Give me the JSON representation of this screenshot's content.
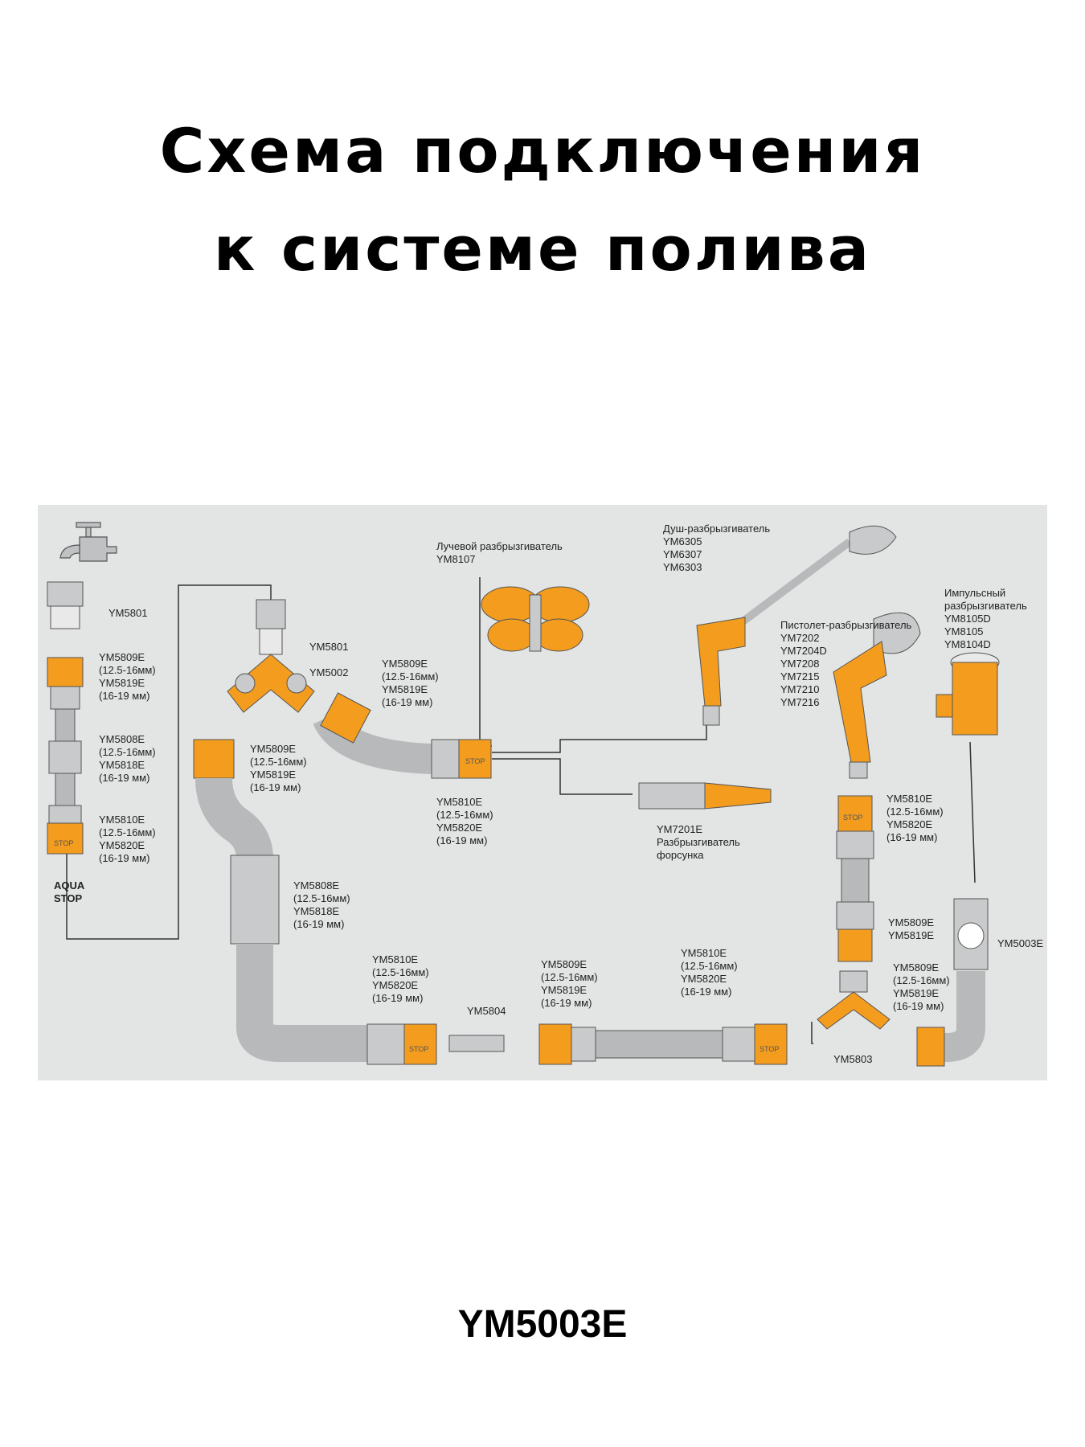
{
  "title": {
    "line1": "Схема подключения",
    "line2": "к системе полива"
  },
  "footer": "YM5003E",
  "diagram": {
    "background": "#e3e4e4",
    "colors": {
      "orange": "#f39c1e",
      "pipe": "#b7b9bb",
      "connector": "#c9cacb",
      "line": "#333333"
    },
    "labels": {
      "l1": "YM5801",
      "l2": [
        "YM5809E",
        "(12.5-16мм)",
        "YM5819E",
        "(16-19 мм)"
      ],
      "l3": [
        "YM5808E",
        "(12.5-16мм)",
        "YM5818E",
        "(16-19 мм)"
      ],
      "l4": [
        "YM5810E",
        "(12.5-16мм)",
        "YM5820E",
        "(16-19 мм)"
      ],
      "aqua": [
        "AQUA",
        "STOP"
      ],
      "l5": "YM5801",
      "l6": "YM5002",
      "l7": [
        "YM5809E",
        "(12.5-16мм)",
        "YM5819E",
        "(16-19 мм)"
      ],
      "l8": [
        "YM5809E",
        "(12.5-16мм)",
        "YM5819E",
        "(16-19 мм)"
      ],
      "l9": [
        "Лучевой разбрызгиватель",
        "YM8107"
      ],
      "l10": [
        "Душ-разбрызгиватель",
        "YM6305",
        "YM6307",
        "YM6303"
      ],
      "l11": [
        "Пистолет-разбрызгиватель",
        "YM7202",
        "YM7204D",
        "YM7208",
        "YM7215",
        "YM7210",
        "YM7216"
      ],
      "l12": [
        "Импульсный",
        "разбрызгиватель",
        "YM8105D",
        "YM8105",
        "YM8104D"
      ],
      "l13": [
        "YM5810E",
        "(12.5-16мм)",
        "YM5820E",
        "(16-19 мм)"
      ],
      "l14": [
        "YM7201E",
        "Разбрызгиватель",
        "форсунка"
      ],
      "l15": [
        "YM5808E",
        "(12.5-16мм)",
        "YM5818E",
        "(16-19 мм)"
      ],
      "l16": [
        "YM5810E",
        "(12.5-16мм)",
        "YM5820E",
        "(16-19 мм)"
      ],
      "l17": "YM5804",
      "l18": [
        "YM5809E",
        "(12.5-16мм)",
        "YM5819E",
        "(16-19 мм)"
      ],
      "l19": [
        "YM5810E",
        "(12.5-16мм)",
        "YM5820E",
        "(16-19 мм)"
      ],
      "l20": [
        "YM5810E",
        "(12.5-16мм)",
        "YM5820E",
        "(16-19 мм)"
      ],
      "l21": [
        "YM5809E",
        "YM5819E"
      ],
      "l22": "YM5003E",
      "l23": [
        "YM5809E",
        "(12.5-16мм)",
        "YM5819E",
        "(16-19 мм)"
      ],
      "l24": "YM5803",
      "stop": "STOP"
    }
  }
}
